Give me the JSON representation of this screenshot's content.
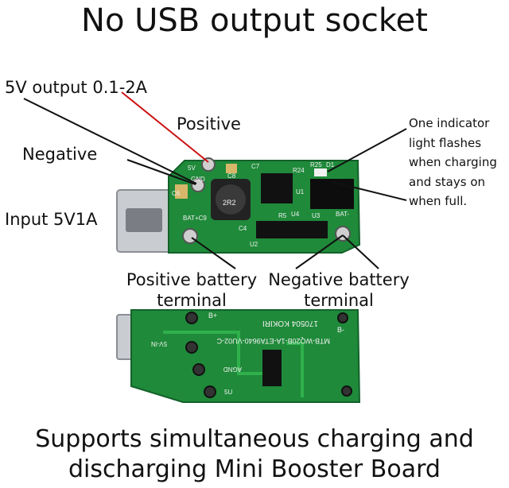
{
  "title": "No USB output socket",
  "labels": {
    "output": "5V output 0.1-2A",
    "positive": "Positive",
    "negative": "Negative",
    "input": "Input 5V1A",
    "pos_battery_line1": "Positive battery",
    "pos_battery_line2": "terminal",
    "neg_battery_line1": "Negative battery",
    "neg_battery_line2": "terminal"
  },
  "indicator_note": [
    "One indicator",
    "light flashes",
    "when charging",
    "and stays on",
    "when full."
  ],
  "bottom_caption": {
    "line1": "Supports simultaneous charging and",
    "line2": "discharging Mini Booster Board"
  },
  "pcb_silkscreen": {
    "top": [
      "5V",
      "GND",
      "C8",
      "C6",
      "C7",
      "R24",
      "R25",
      "D1",
      "U1",
      "U3",
      "U4",
      "R5",
      "BAT+C9",
      "BAT-",
      "C4",
      "U2",
      "2R2"
    ],
    "bottom": [
      "B+",
      "B-",
      "170504 KOKIRI",
      "MTB-WQ20B-1A-ETA9640-VU02-C",
      "5V-IN",
      "AGND",
      "5U"
    ]
  },
  "colors": {
    "pcb": "#1f8a3a",
    "pcb_dark": "#14612a",
    "silkscreen": "#f2f2f2",
    "pointer_red": "#cc1111",
    "pointer_black": "#111111"
  }
}
